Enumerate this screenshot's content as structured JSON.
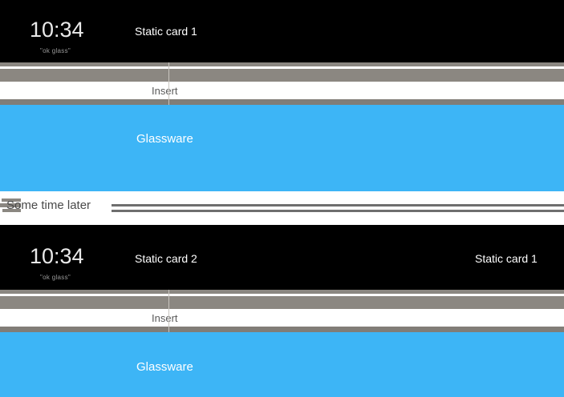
{
  "diagram": {
    "title": "Glass timeline card insertion",
    "colors": {
      "card_black": "#000000",
      "timeline_gray": "#8b8781",
      "timeline_gray_dark": "#817d77",
      "glassware_blue": "#3db5f6",
      "divider_gray": "#6e6e6e",
      "white": "#ffffff",
      "clock_text": "#e9e9e9",
      "ok_glass_text": "#9a9a9a",
      "insert_text": "#5a5a5a"
    }
  },
  "sequence_one": {
    "home_card": {
      "clock": "10:34",
      "hotword": "\"ok glass\"",
      "card_label": "Static card 1"
    },
    "insert_row": {
      "label": "Insert"
    },
    "glassware_card": {
      "label": "Glassware"
    }
  },
  "divider": {
    "label": "Some time later"
  },
  "sequence_two": {
    "home_card": {
      "clock": "10:34",
      "hotword": "\"ok glass\"",
      "card_label_left": "Static card 2",
      "card_label_right": "Static card 1"
    },
    "insert_row": {
      "label": "Insert"
    },
    "glassware_card": {
      "label": "Glassware"
    }
  }
}
